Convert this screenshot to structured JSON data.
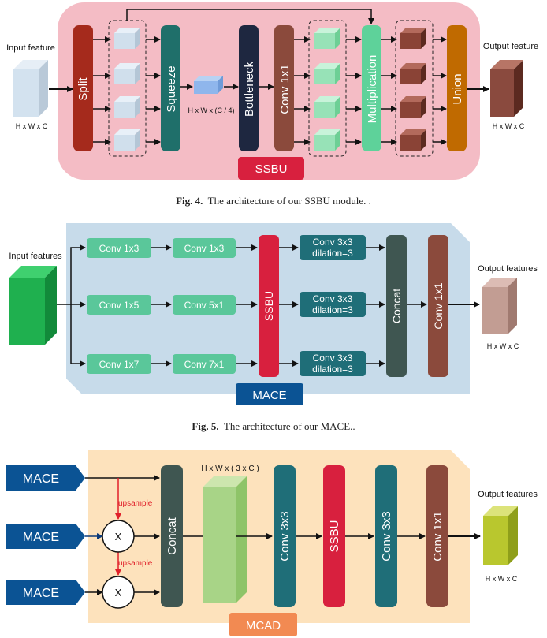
{
  "fig4": {
    "caption_label": "Fig. 4.",
    "caption_text": "The architecture of our SSBU module. .",
    "input_label": "Input feature",
    "input_dims": "H x W x C",
    "output_label": "Output feature",
    "output_dims": "H x W x C",
    "split": "Split",
    "squeeze": "Squeeze",
    "squeeze_dims": "H x W x (C / 4)",
    "bottleneck": "Bottleneck",
    "conv": "Conv 1x1",
    "multiplication": "Multiplication",
    "union": "Union",
    "module_tag": "SSBU"
  },
  "fig5": {
    "caption_label": "Fig. 5.",
    "caption_text": "The architecture of our MACE..",
    "input_label": "Input features",
    "output_label": "Output features",
    "output_dims": "H x W x C",
    "row1_a": "Conv 1x3",
    "row1_b": "Conv 1x3",
    "row2_a": "Conv 1x5",
    "row2_b": "Conv 5x1",
    "row3_a": "Conv 1x7",
    "row3_b": "Conv 7x1",
    "ssbu": "SSBU",
    "dil_line1": "Conv 3x3",
    "dil_line2": "dilation=3",
    "concat": "Concat",
    "conv": "Conv 1x1",
    "module_tag": "MACE"
  },
  "fig6": {
    "mace": "MACE",
    "upsample": "upsample",
    "mult": "X",
    "concat": "Concat",
    "concat_dims": "H x W x ( 3 x C )",
    "conv3_a": "Conv 3x3",
    "ssbu": "SSBU",
    "conv3_b": "Conv 3x3",
    "conv1": "Conv 1x1",
    "output_label": "Output features",
    "output_dims": "H x W x C",
    "module_tag": "MCAD"
  },
  "colors": {
    "split": "#a52a1c",
    "squeeze": "#1f6f6a",
    "bottleneck": "#1e2740",
    "conv_brown": "#8b4a3c",
    "mult_green": "#5ed29a",
    "union": "#c06a00",
    "ssbu_red": "#d8203e",
    "conv_teal": "#1f6e78",
    "green_box": "#5ac79a",
    "concat_gray": "#3f5651",
    "mace_blue": "#0b5394",
    "mcad_orange": "#f28a52",
    "pink_bg": "#f4bcc5",
    "blue_bg": "#c7dbea",
    "peach_bg": "#fde2bc"
  }
}
